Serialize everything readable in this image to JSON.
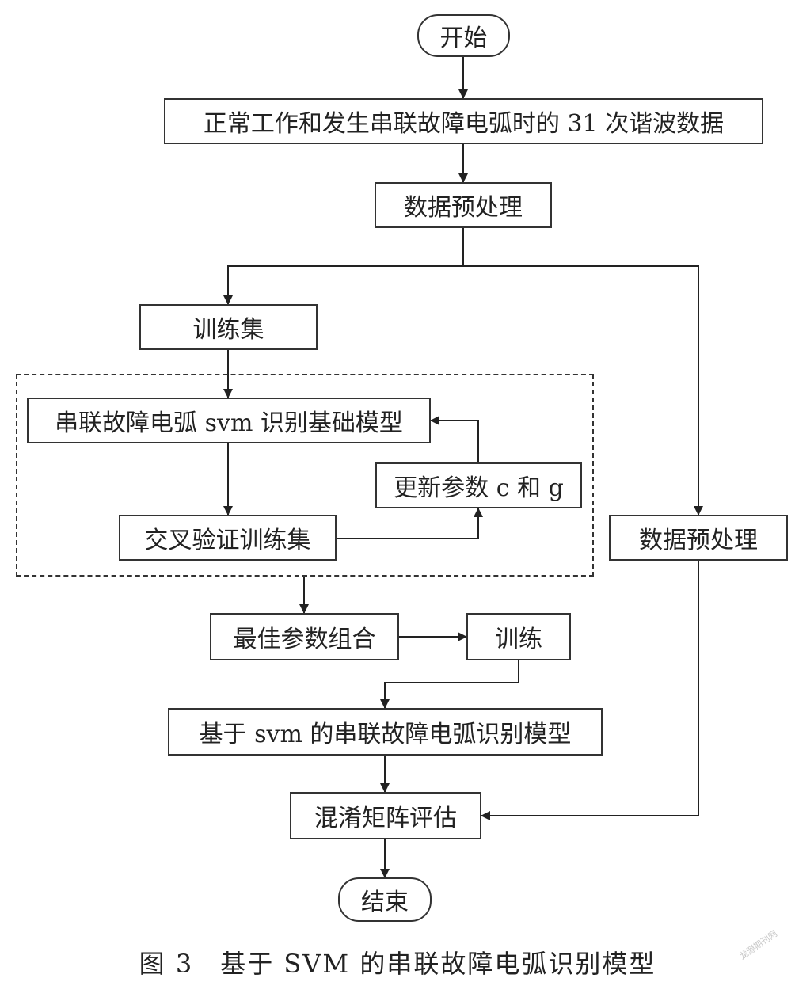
{
  "nodes": {
    "start": "开始",
    "data_31": "正常工作和发生串联故障电弧时的 31 次谐波数据",
    "preprocess_1": "数据预处理",
    "train_set": "训练集",
    "base_model": "串联故障电弧 svm 识别基础模型",
    "update_params": "更新参数 c 和 g",
    "cross_validate": "交叉验证训练集",
    "preprocess_2": "数据预处理",
    "best_params": "最佳参数组合",
    "train": "训练",
    "final_model": "基于 svm 的串联故障电弧识别模型",
    "confusion_eval": "混淆矩阵评估",
    "end": "结束"
  },
  "caption": "图 3　基于 SVM 的串联故障电弧识别模型",
  "watermark": "龙源期刊网"
}
